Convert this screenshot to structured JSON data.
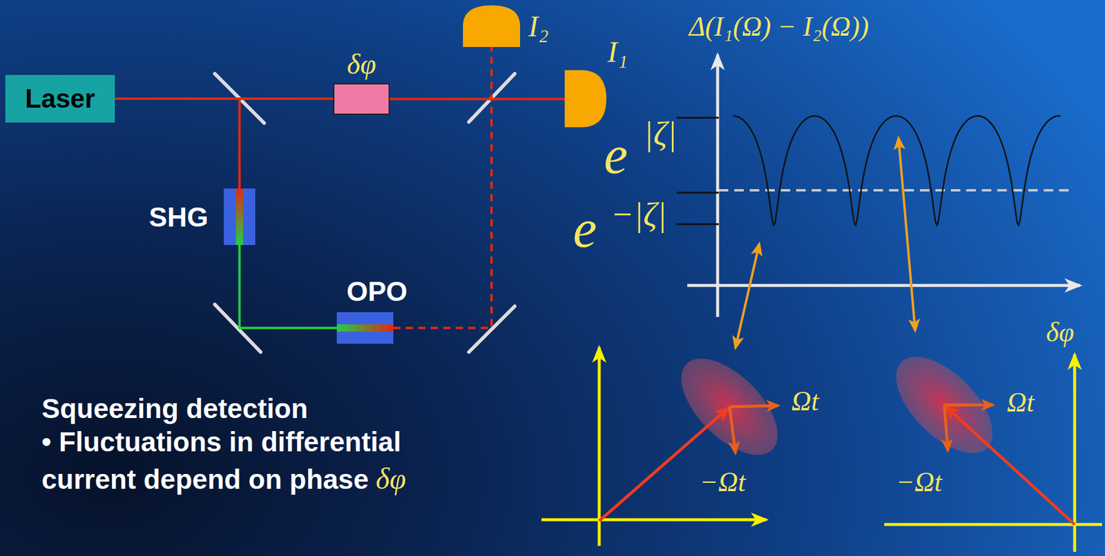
{
  "diagram": {
    "nodes": [
      {
        "text": [
          "Laser"
        ]
      },
      {
        "text": [
          "δφ"
        ]
      },
      {
        "text": [
          "I₂"
        ]
      },
      {
        "text": [
          "I₁"
        ]
      },
      {
        "text": [
          "SHG"
        ]
      },
      {
        "text": [
          "OPO"
        ]
      }
    ],
    "edges": [
      {
        "from": 0,
        "to": 1,
        "arrow": "none"
      },
      {
        "from": 1,
        "to": 3,
        "arrow": "none"
      },
      {
        "from": 0,
        "to": 4,
        "arrow": "none"
      },
      {
        "from": 4,
        "to": 5,
        "arrow": "none"
      },
      {
        "from": 5,
        "to": 2,
        "arrow": "none"
      }
    ],
    "labels": [
      "Δ(I₁(Ω) − I₂(Ω))",
      "e",
      "|ζ|",
      "e",
      "−|ζ|",
      "δφ",
      "Ωt",
      "−Ωt",
      "Ωt",
      "−Ωt",
      "Squeezing detection",
      "• Fluctuations in differential current depend on phase",
      "δφ"
    ]
  }
}
